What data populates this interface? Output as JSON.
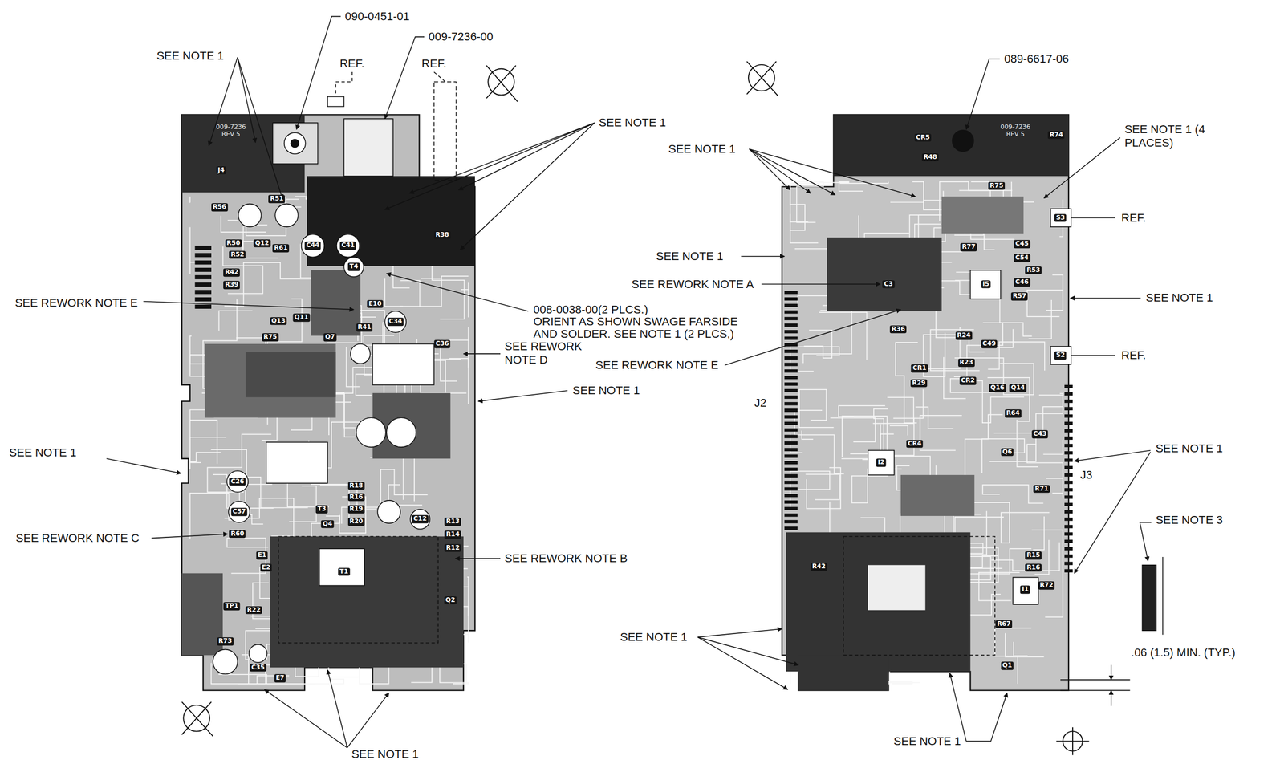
{
  "diagram": {
    "labels": [
      "SEE NOTE 1",
      "090-0451-01",
      "009-7236-00",
      "REF.",
      "REF.",
      "SEE NOTE 1",
      "SEE REWORK NOTE E",
      "008-0038-00(2 PLCS.)",
      "ORIENT AS SHOWN SWAGE FARSIDE",
      "AND SOLDER. SEE NOTE 1 (2 PLCS,)",
      "SEE REWORK NOTE D",
      "SEE NOTE 1",
      "SEE NOTE 1",
      "SEE REWORK NOTE C",
      "SEE REWORK NOTE B",
      "SEE NOTE 1",
      "089-6617-06",
      "SEE NOTE 1",
      "SEE NOTE 1 (4 PLACES)",
      "REF.",
      "SEE NOTE 1",
      "SEE REWORK NOTE A",
      "SEE NOTE 1",
      "REF.",
      "SEE REWORK NOTE E",
      "J2",
      "SEE NOTE 1",
      "J3",
      "SEE NOTE 3",
      "SEE NOTE 1",
      ".06 (1.5) MIN. (TYP.)",
      "SEE NOTE 1",
      "009-7236 REV 5",
      "009-7236 REV 5",
      "J4",
      "R56",
      "R51",
      "R50",
      "Q12",
      "R52",
      "R61",
      "C44",
      "C41",
      "R38",
      "R42",
      "R39",
      "T4",
      "Q13",
      "Q11",
      "R41",
      "E10",
      "C34",
      "R75",
      "Q7",
      "C36",
      "C26",
      "C57",
      "R60",
      "E1",
      "E2",
      "R18",
      "R16",
      "T3",
      "R19",
      "R20",
      "Q4",
      "C12",
      "R13",
      "R14",
      "R12",
      "T1",
      "TP1",
      "R22",
      "Q2",
      "R73",
      "C35",
      "E7",
      "CR5",
      "R48",
      "R74",
      "R75",
      "S3",
      "R77",
      "C45",
      "C54",
      "R53",
      "I5",
      "C46",
      "R57",
      "C3",
      "R36",
      "R24",
      "C49",
      "R23",
      "S2",
      "CR1",
      "R29",
      "CR2",
      "Q16",
      "Q14",
      "R64",
      "C43",
      "CR4",
      "Q6",
      "I2",
      "R71",
      "R15",
      "R16",
      "I1",
      "R72",
      "R42",
      "R67",
      "Q1"
    ]
  }
}
